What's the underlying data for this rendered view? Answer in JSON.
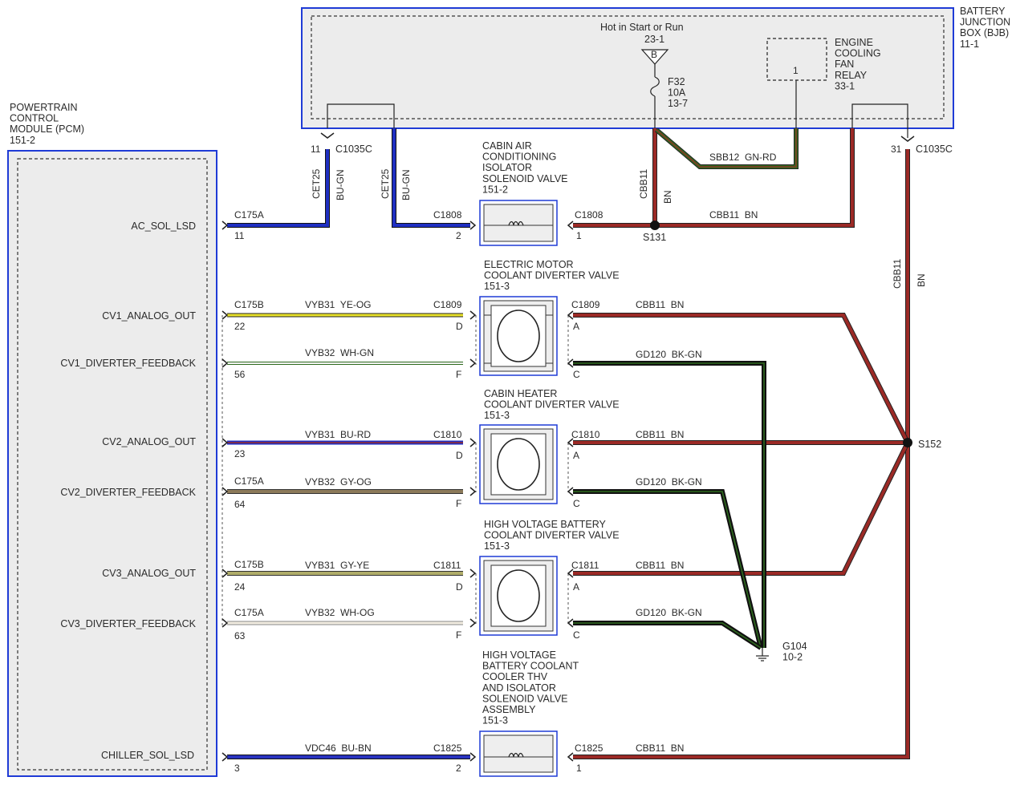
{
  "colors": {
    "box_border": "#1f3bd6",
    "box_fill": "#ececec",
    "bn": "#9b2a26",
    "bu": "#1f2fc2",
    "ye": "#e9e22a",
    "gn_rd": "#2f6b1f",
    "bk_gn": "#1c3a14",
    "gy": "#8c7a5a",
    "wh": "#f1ece0"
  },
  "bjb": {
    "title": "BATTERY\nJUNCTION\nBOX (BJB)\n11-1",
    "hot_label": "Hot in Start or Run",
    "hot_ref": "23-1",
    "bus_letter": "B",
    "fuse_label": "F32\n10A\n13-7",
    "relay_label": "ENGINE\nCOOLING\nFAN\nRELAY\n33-1",
    "relay_pin": "1",
    "conn_left_pin": "11",
    "conn_left_name": "C1035C",
    "conn_right_pin": "31",
    "conn_right_name": "C1035C"
  },
  "pcm": {
    "title": "POWERTRAIN\nCONTROL\nMODULE (PCM)\n151-2",
    "pins": [
      {
        "name": "AC_SOL_LSD",
        "conn": "C175A",
        "pin": "11"
      },
      {
        "name": "CV1_ANALOG_OUT",
        "conn": "C175B",
        "pin": "22"
      },
      {
        "name": "CV1_DIVERTER_FEEDBACK",
        "conn": "",
        "pin": "56"
      },
      {
        "name": "CV2_ANALOG_OUT",
        "conn": "",
        "pin": "23"
      },
      {
        "name": "CV2_DIVERTER_FEEDBACK",
        "conn": "C175A",
        "pin": "64"
      },
      {
        "name": "CV3_ANALOG_OUT",
        "conn": "C175B",
        "pin": "24"
      },
      {
        "name": "CV3_DIVERTER_FEEDBACK",
        "conn": "C175A",
        "pin": "63"
      },
      {
        "name": "CHILLER_SOL_LSD",
        "conn": "",
        "pin": "3"
      }
    ]
  },
  "wires_left": [
    {
      "circuit": "CET25",
      "color": "BU-GN"
    },
    {
      "circuit": "CET25",
      "color": "BU-GN"
    }
  ],
  "devices": {
    "ac_iso": {
      "title": "CABIN AIR\nCONDITIONING\nISOLATOR\nSOLENOID VALVE\n151-2",
      "conn": "C1808",
      "pin_l": "2",
      "pin_r": "1"
    },
    "cv1": {
      "title": "ELECTRIC MOTOR\nCOOLANT DIVERTER VALVE\n151-3",
      "conn": "C1809",
      "pin_a": "D",
      "pin_b": "F",
      "pin_c": "A",
      "pin_d": "C"
    },
    "cv2": {
      "title": "CABIN HEATER\nCOOLANT DIVERTER VALVE\n151-3",
      "conn": "C1810",
      "pin_a": "D",
      "pin_b": "F",
      "pin_c": "A",
      "pin_d": "C"
    },
    "cv3": {
      "title": "HIGH VOLTAGE BATTERY\nCOOLANT DIVERTER VALVE\n151-3",
      "conn": "C1811",
      "pin_a": "D",
      "pin_b": "F",
      "pin_c": "A",
      "pin_d": "C"
    },
    "chiller": {
      "title": "HIGH VOLTAGE\nBATTERY COOLANT\nCOOLER THV\nAND ISOLATOR\nSOLENOID VALVE\nASSEMBLY\n151-3",
      "conn": "C1825",
      "pin_l": "2",
      "pin_r": "1"
    }
  },
  "wire_labels": {
    "vyb31_yeog": "VYB31  YE-OG",
    "vyb32_whgn": "VYB32  WH-GN",
    "vyb31_burd": "VYB31  BU-RD",
    "vyb32_gyog": "VYB32  GY-OG",
    "vyb31_gyye": "VYB31  GY-YE",
    "vyb32_whog": "VYB32  WH-OG",
    "vdc46_bubn": "VDC46  BU-BN",
    "cbb11_bn": "CBB11  BN",
    "gd120_bkgn": "GD120  BK-GN",
    "sbb12_gnrd": "SBB12  GN-RD",
    "cbb11": "CBB11",
    "bn": "BN"
  },
  "splices": {
    "s131": "S131",
    "s152": "S152",
    "ground": "G104\n10-2"
  }
}
